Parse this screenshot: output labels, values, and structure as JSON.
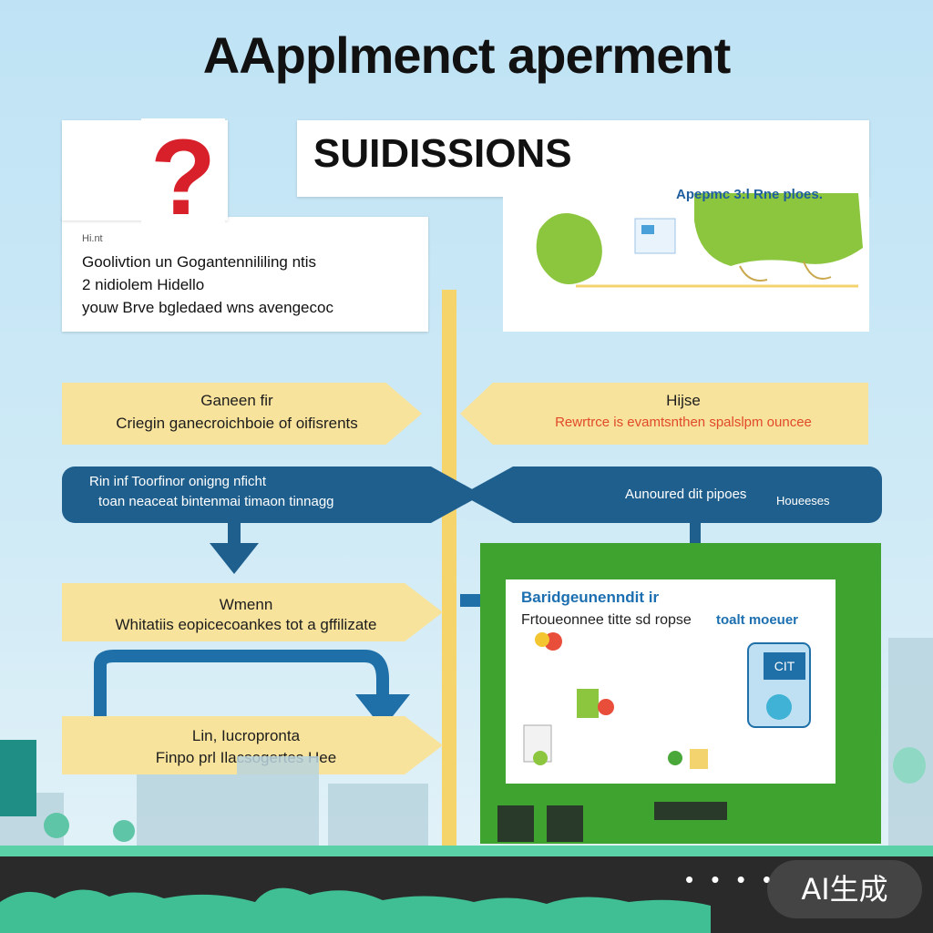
{
  "title": "AApplmenct aperment",
  "subtitle": "SUIDISSIONS",
  "question_panel": {
    "mark": "?",
    "small_label": "Hi.nt",
    "lines": [
      "Goolivtion un Gogantennililing ntis",
      "2 nidiolem Hidello",
      "youw Brve bgledaed wns avengecoc"
    ]
  },
  "map_panel": {
    "label": "Apepmc 3:l Rne ploes."
  },
  "boxes": [
    {
      "heading": "Ganeen fir",
      "text": "Criegin ganecroichboie of oifisrents"
    },
    {
      "heading": "Hijse",
      "text": "Rewrtrce is evamtsnthen spalslpm ouncee"
    },
    {
      "left_text": "Rin  inf Toorfinor onigng nficht",
      "left_text2": "toan neaceat bintenmai timaon tinnagg",
      "right_text": "Aunoured dit pipoes",
      "right_text2": "Houeeses"
    },
    {
      "heading": "Wmenn",
      "text": "Whitatiis  eopicecoankes tot a gffilizate"
    },
    {
      "heading": "Lin, Iucropronta",
      "text": "Finpo prl Ilacsogertes Hee"
    }
  ],
  "screen": {
    "title": "Baridgeunenndit ir",
    "subtitle": "Frtoueonnee titte sd ropse",
    "subtitle2": "toalt moeuer",
    "badge": "CIT"
  },
  "watermark": "AI生成",
  "dots": "• • • •",
  "colors": {
    "yellow": "#f8e39c",
    "blue": "#1f5f8e",
    "green": "#3ea42f",
    "red": "#d8202a"
  }
}
